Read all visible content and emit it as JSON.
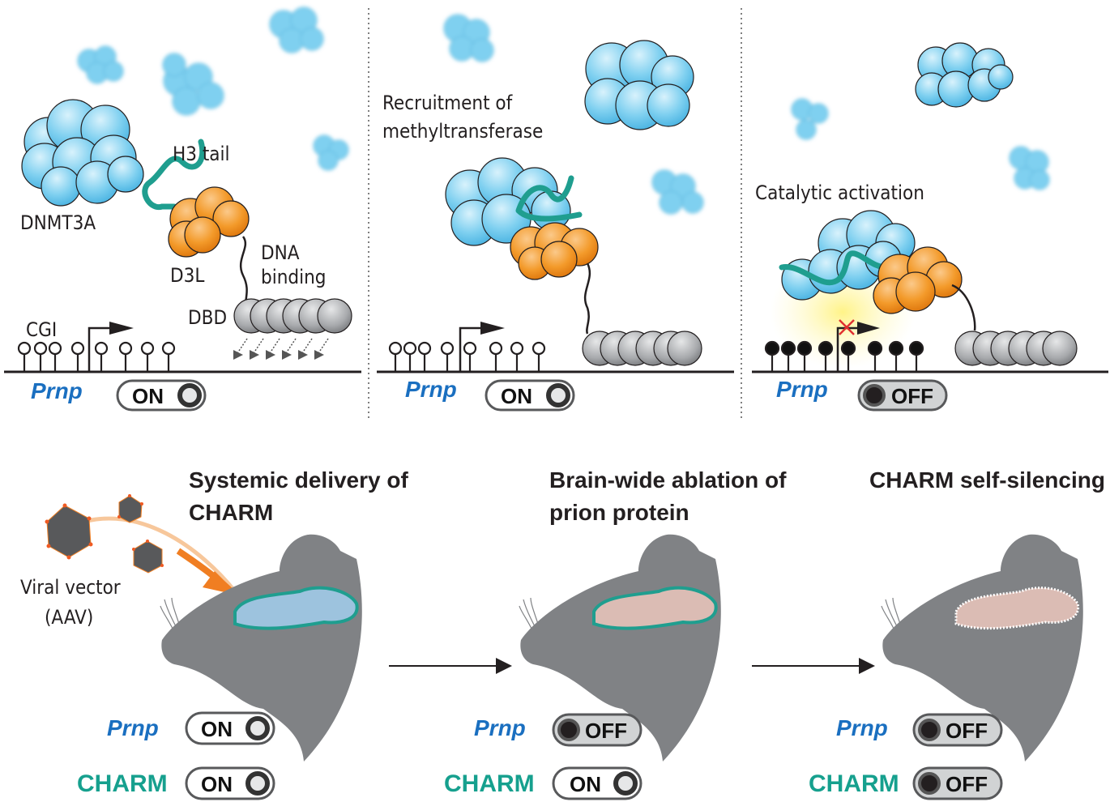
{
  "colors": {
    "dnmt3a": "#7fd0f0",
    "d3l": "#f39a2a",
    "h3_tail": "#1f9e8f",
    "dbd": "#a7a9ac",
    "gene_label": "#1a6fc0",
    "charm_label": "#16a08e",
    "mouse": "#808285",
    "aav_arrow": "#f07e22"
  },
  "top_panels": [
    {
      "labels": {
        "dnmt3a": "DNMT3A",
        "h3_tail": "H3 tail",
        "d3l": "D3L",
        "dna_binding_line1": "DNA",
        "dna_binding_line2": "binding",
        "dbd": "DBD",
        "cgi": "CGI",
        "gene": "Prnp"
      },
      "switch": {
        "label": "ON",
        "state": "on"
      }
    },
    {
      "labels": {
        "caption_line1": "Recruitment of",
        "caption_line2": "methyltransferase",
        "gene": "Prnp"
      },
      "switch": {
        "label": "ON",
        "state": "on"
      }
    },
    {
      "labels": {
        "caption": "Catalytic activation",
        "gene": "Prnp"
      },
      "switch": {
        "label": "OFF",
        "state": "off"
      }
    }
  ],
  "bottom_panels": [
    {
      "title_line1": "Systemic delivery of",
      "title_line2": "CHARM",
      "vector_line1": "Viral vector",
      "vector_line2": "(AAV)",
      "rows": [
        {
          "name": "Prnp",
          "switch_label": "ON",
          "state": "on"
        },
        {
          "name": "CHARM",
          "switch_label": "ON",
          "state": "on"
        }
      ]
    },
    {
      "title_line1": "Brain-wide ablation of",
      "title_line2": "prion protein",
      "rows": [
        {
          "name": "Prnp",
          "switch_label": "OFF",
          "state": "off"
        },
        {
          "name": "CHARM",
          "switch_label": "ON",
          "state": "on"
        }
      ]
    },
    {
      "title_line1": "CHARM self-silencing",
      "rows": [
        {
          "name": "Prnp",
          "switch_label": "OFF",
          "state": "off"
        },
        {
          "name": "CHARM",
          "switch_label": "OFF",
          "state": "off"
        }
      ]
    }
  ]
}
